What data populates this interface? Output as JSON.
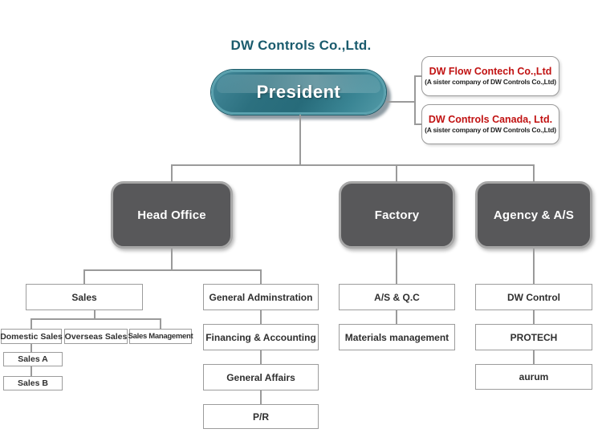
{
  "header": {
    "title": "DW Controls Co.,Ltd."
  },
  "colors": {
    "title_teal": "#1a5b6d",
    "president_fill": "#2c707f",
    "president_border": "#5ba1ae",
    "department_fill": "#58585a",
    "department_border": "#a7a7a7",
    "connector_gray": "#9a9a9a",
    "sister_name_red": "#c11212",
    "leaf_border_gray": "#9c9c9c",
    "background": "#ffffff"
  },
  "org": {
    "president": {
      "label": "President"
    },
    "sister_companies": [
      {
        "name": "DW Flow Contech Co.,Ltd",
        "subtitle": "(A sister company of DW Controls Co.,Ltd)"
      },
      {
        "name": "DW Controls Canada, Ltd.",
        "subtitle": "(A sister company of DW Controls Co.,Ltd)"
      }
    ],
    "departments": [
      {
        "label": "Head Office"
      },
      {
        "label": "Factory"
      },
      {
        "label": "Agency & A/S"
      }
    ],
    "head_office": {
      "sales": {
        "label": "Sales",
        "children": [
          {
            "label": "Domestic Sales"
          },
          {
            "label": "Overseas Sales"
          },
          {
            "label": "Sales Management"
          }
        ],
        "domestic_children": [
          {
            "label": "Sales A"
          },
          {
            "label": "Sales B"
          }
        ]
      },
      "admin_column": [
        {
          "label": "General Adminstration"
        },
        {
          "label": "Financing & Accounting"
        },
        {
          "label": "General Affairs"
        },
        {
          "label": "P/R"
        }
      ]
    },
    "factory_children": [
      {
        "label": "A/S & Q.C"
      },
      {
        "label": "Materials management"
      }
    ],
    "agency_children": [
      {
        "label": "DW Control"
      },
      {
        "label": "PROTECH"
      },
      {
        "label": "aurum"
      }
    ]
  }
}
